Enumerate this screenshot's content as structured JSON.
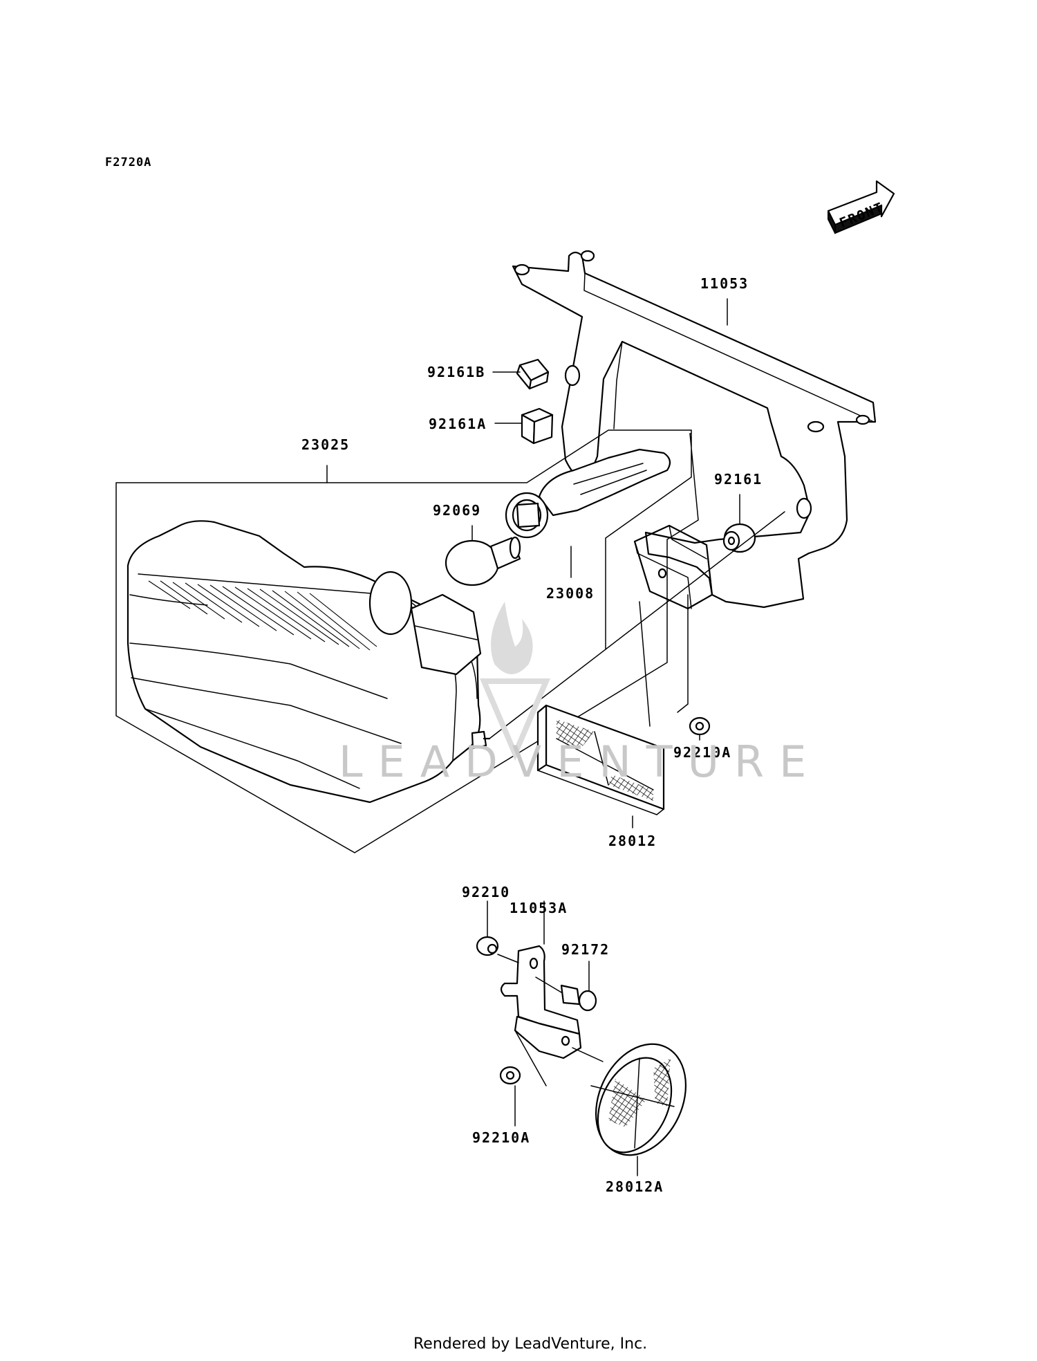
{
  "diagram_code": "F2720A",
  "front_indicator": {
    "text": "FRONT"
  },
  "watermark": {
    "text": "LEADVENTURE"
  },
  "footer": {
    "text": "Rendered by LeadVenture, Inc."
  },
  "parts": {
    "bracket_main": "11053",
    "cushion_b": "92161B",
    "cushion_a": "92161A",
    "tail_lamp": "23025",
    "bulb": "92069",
    "socket": "23008",
    "grommet": "92161",
    "nut_upper": "92210A",
    "reflector_rect": "28012",
    "nut_lower": "92210",
    "bracket_small": "11053A",
    "bolt": "92172",
    "nut_bottom": "92210A",
    "reflector_round": "28012A"
  }
}
